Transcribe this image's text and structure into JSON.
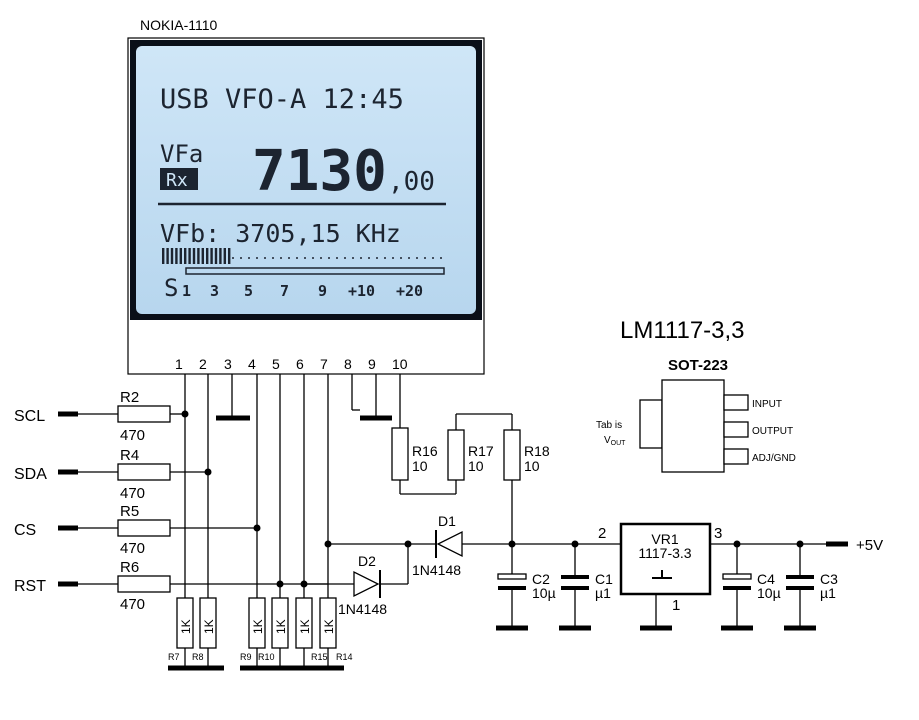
{
  "display": {
    "model": "NOKIA-1110",
    "line1": "USB VFO-A 12:45",
    "vfo_a_label": "VFa",
    "rx_badge": "Rx",
    "freq_main": "7130",
    "freq_decimal": ",00",
    "line3": "VFb: 3705,15 KHz",
    "s_label": "S",
    "s_scale": [
      "1",
      "3",
      "5",
      "7",
      "9",
      "+10",
      "+20"
    ],
    "pins": [
      "1",
      "2",
      "3",
      "4",
      "5",
      "6",
      "7",
      "8",
      "9",
      "10"
    ]
  },
  "inputs": [
    "SCL",
    "SDA",
    "CS",
    "RST"
  ],
  "series_resistors": [
    {
      "ref": "R2",
      "value": "470"
    },
    {
      "ref": "R4",
      "value": "470"
    },
    {
      "ref": "R5",
      "value": "470"
    },
    {
      "ref": "R6",
      "value": "470"
    }
  ],
  "pulldowns": {
    "value": "1K",
    "refs": [
      "R7",
      "R8",
      "R9",
      "R10",
      "R15",
      "R14"
    ]
  },
  "backlight_resistors": [
    {
      "ref": "R16",
      "value": "10"
    },
    {
      "ref": "R17",
      "value": "10"
    },
    {
      "ref": "R18",
      "value": "10"
    }
  ],
  "diodes": [
    {
      "ref": "D1",
      "part": "1N4148"
    },
    {
      "ref": "D2",
      "part": "1N4148"
    }
  ],
  "capacitors": [
    {
      "ref": "C2",
      "value": "10µ"
    },
    {
      "ref": "C1",
      "value": "µ1"
    },
    {
      "ref": "C4",
      "value": "10µ"
    },
    {
      "ref": "C3",
      "value": "µ1"
    }
  ],
  "regulator": {
    "ref": "VR1",
    "part": "1117-3.3",
    "pin_in": "2",
    "pin_out": "3",
    "pin_gnd": "1"
  },
  "supply": "+5V",
  "package": {
    "title": "LM1117-3,3",
    "subtitle": "SOT-223",
    "tab_line1": "Tab is",
    "tab_line2": "V",
    "tab_sub": "OUT",
    "pins": [
      "INPUT",
      "OUTPUT",
      "ADJ/GND"
    ]
  }
}
